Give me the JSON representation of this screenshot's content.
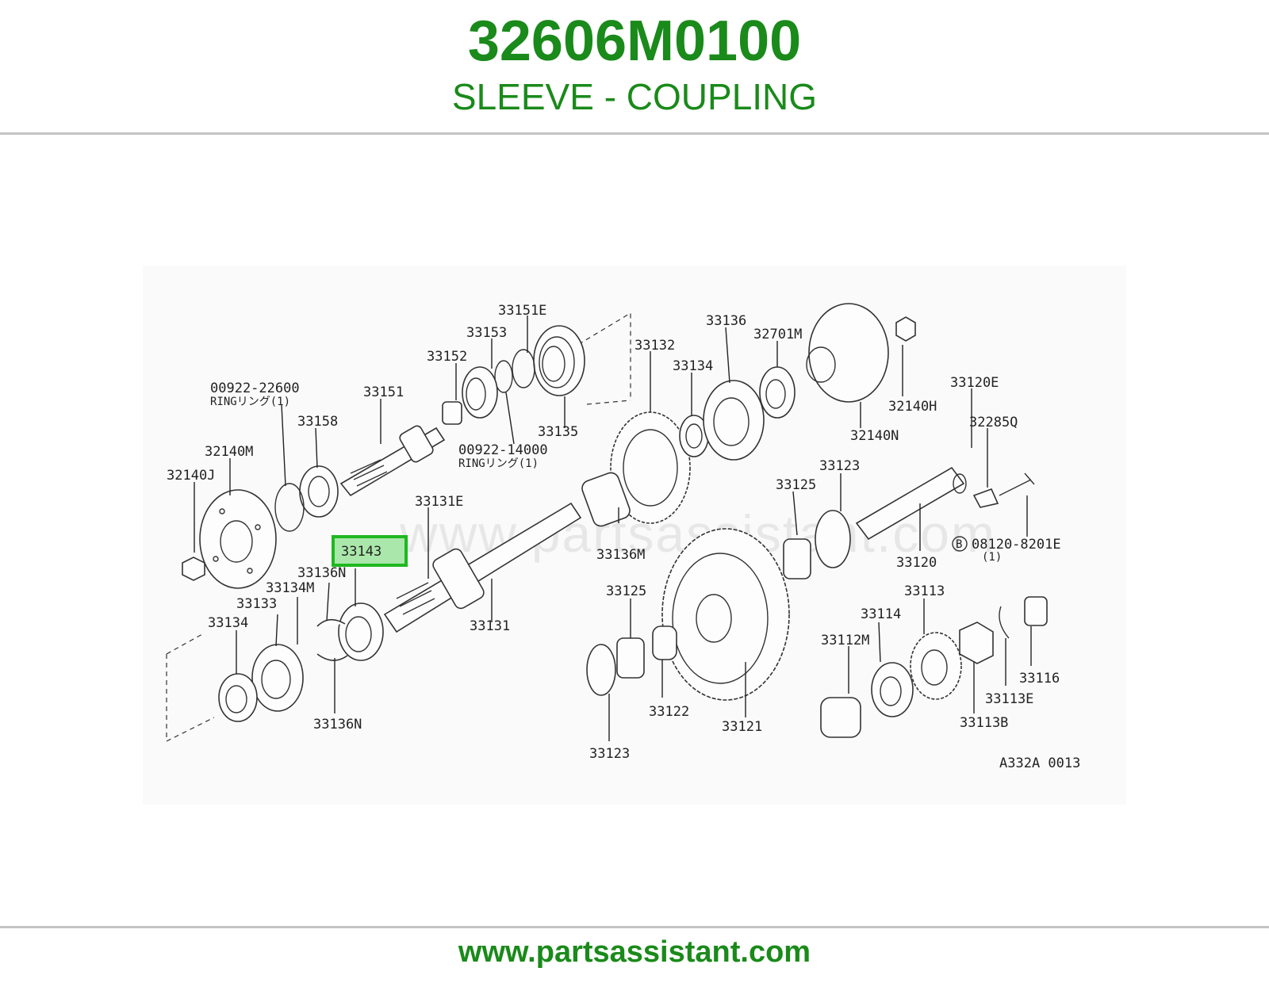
{
  "header": {
    "part_number": "32606M0100",
    "part_name": "SLEEVE - COUPLING"
  },
  "diagram": {
    "watermark": "www.partsassistant.com",
    "drawing_code": "A332A 0013",
    "highlighted_label": "33143",
    "labels": {
      "l33151E": "33151E",
      "l33153": "33153",
      "l33152": "33152",
      "l33151": "33151",
      "l00922_22600": "00922-22600",
      "ring1": "RINGリング(1)",
      "l33158": "33158",
      "l32140M": "32140M",
      "l32140J": "32140J",
      "l00922_14000": "00922-14000",
      "ring2": "RINGリング(1)",
      "l33135": "33135",
      "l33132": "33132",
      "l33136": "33136",
      "l32701M": "32701M",
      "l33134a": "33134",
      "l32140H": "32140H",
      "l32140N": "32140N",
      "l33120E": "33120E",
      "l32285Q": "32285Q",
      "l33123a": "33123",
      "l33125a": "33125",
      "l33131E": "33131E",
      "l33136M": "33136M",
      "l33120": "33120",
      "l08120": "08120-8201E",
      "l08120qty": "(1)",
      "bolt_badge": "B",
      "l33136N_a": "33136N",
      "l33134M": "33134M",
      "l33133": "33133",
      "l33134b": "33134",
      "l33131": "33131",
      "l33125b": "33125",
      "l33113": "33113",
      "l33114": "33114",
      "l33112M": "33112M",
      "l33116": "33116",
      "l33113E": "33113E",
      "l33113B": "33113B",
      "l33136N_b": "33136N",
      "l33122": "33122",
      "l33121": "33121",
      "l33123b": "33123"
    }
  },
  "colors": {
    "brand_green": "#1a8a1a",
    "highlight_border": "#1fb81f",
    "highlight_fill": "#8fe08f"
  },
  "footer": {
    "url": "www.partsassistant.com"
  }
}
